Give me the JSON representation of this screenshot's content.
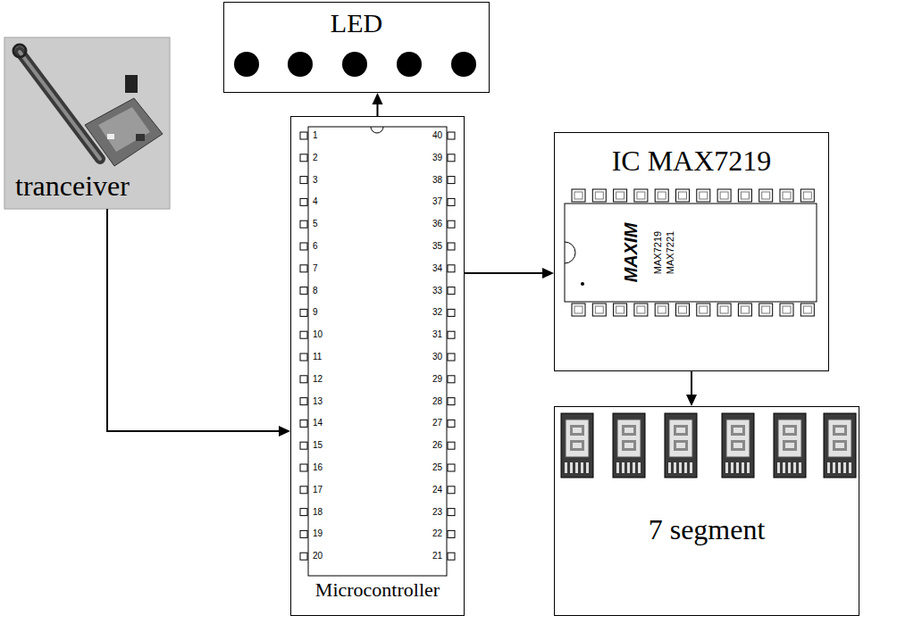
{
  "diagram": {
    "nodes": [
      {
        "text": [
          "tranceiver"
        ]
      },
      {
        "text": [
          "LED"
        ]
      },
      {
        "text": [
          "Microcontroller"
        ]
      },
      {
        "text": [
          "IC MAX7219"
        ]
      },
      {
        "text": [
          "7 segment"
        ]
      }
    ],
    "edges": [
      {
        "from": 0,
        "to": 2,
        "arrow": "to"
      },
      {
        "from": 2,
        "to": 1,
        "arrow": "to"
      },
      {
        "from": 2,
        "to": 3,
        "arrow": "to"
      },
      {
        "from": 3,
        "to": 4,
        "arrow": "to"
      }
    ],
    "labels": [
      "1",
      "40",
      "2",
      "39",
      "3",
      "38",
      "4",
      "37",
      "5",
      "36",
      "6",
      "35",
      "7",
      "34",
      "8",
      "33",
      "9",
      "32",
      "10",
      "31",
      "11",
      "30",
      "12",
      "29",
      "13",
      "28",
      "14",
      "27",
      "15",
      "26",
      "16",
      "25",
      "17",
      "24",
      "18",
      "23",
      "19",
      "22",
      "20",
      "21",
      "MAXIM",
      "MAX7219",
      "MAX7221"
    ]
  }
}
